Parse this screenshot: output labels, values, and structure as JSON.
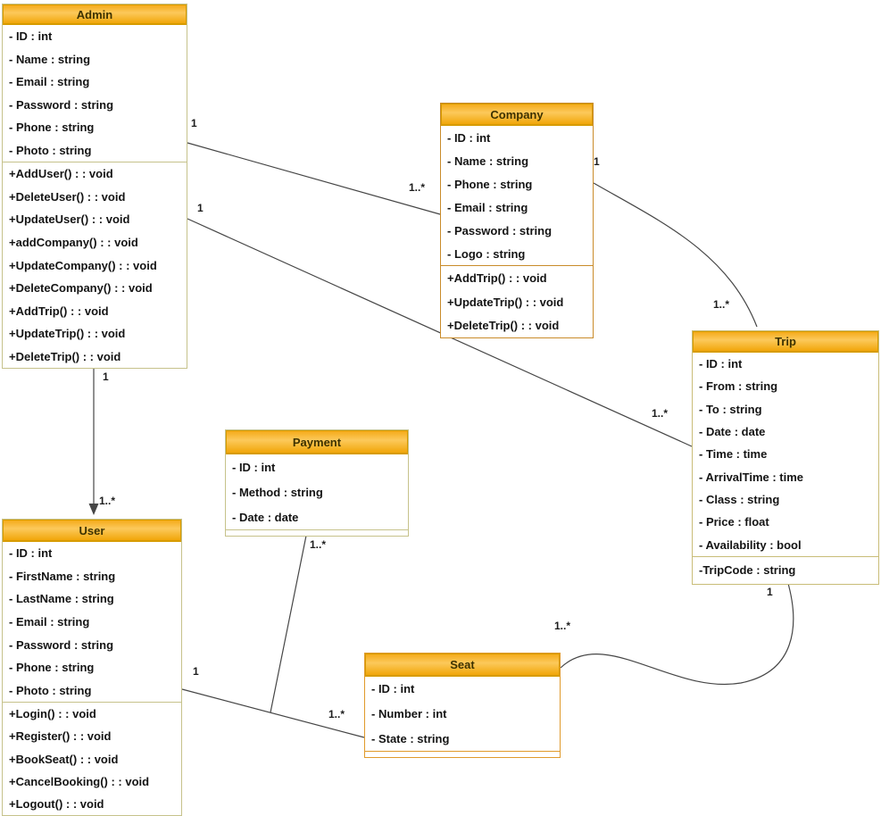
{
  "diagram": {
    "type": "uml-class-diagram",
    "background": "#ffffff"
  },
  "colors": {
    "header_gradient_top": "#f4a814",
    "header_gradient_mid": "#fcc95b",
    "header_gradient_bottom": "#f0a303",
    "header_border": "#d79b00",
    "title_color": "#3d3200",
    "line": "#464646",
    "text": "#141414"
  },
  "classes": [
    {
      "id": "admin",
      "title": "Admin",
      "border": "#c6c28b",
      "attributes": [
        "- ID : int",
        "- Name : string",
        "- Email : string",
        "- Password : string",
        "- Phone : string",
        "- Photo : string"
      ],
      "methods": [
        "+AddUser() : : void",
        "+DeleteUser() : : void",
        "+UpdateUser() : : void",
        "+addCompany() : : void",
        "+UpdateCompany() : : void",
        "+DeleteCompany() : : void",
        "+AddTrip() : : void",
        "+UpdateTrip() : : void",
        "+DeleteTrip() : : void"
      ]
    },
    {
      "id": "company",
      "title": "Company",
      "border": "#c98b2a",
      "attributes": [
        "- ID : int",
        "- Name : string",
        "- Phone : string",
        "- Email : string",
        "- Password : string",
        "- Logo : string"
      ],
      "methods": [
        "+AddTrip() : : void",
        "+UpdateTrip() : : void",
        "+DeleteTrip() : : void"
      ]
    },
    {
      "id": "trip",
      "title": "Trip",
      "border": "#c9bd78",
      "attributes": [
        "- ID : int",
        "- From : string",
        "- To : string",
        "- Date : date",
        "- Time : time",
        "- ArrivalTime : time",
        "- Class : string",
        "- Price : float",
        "- Availability : bool"
      ],
      "methods": [],
      "footer": {
        "rows": [
          "-TripCode : string"
        ]
      }
    },
    {
      "id": "payment",
      "title": "Payment",
      "border": "#c6c28b",
      "attributes": [
        "- ID : int",
        "- Method : string",
        "- Date : date"
      ],
      "methods": [],
      "footer": {
        "rows": []
      }
    },
    {
      "id": "user",
      "title": "User",
      "border": "#c6c28b",
      "attributes": [
        "- ID : int",
        "- FirstName : string",
        "- LastName : string",
        "- Email : string",
        "- Password : string",
        "- Phone : string",
        "- Photo : string"
      ],
      "methods": [
        "+Login() : : void",
        "+Register() : : void",
        "+BookSeat() : : void",
        "+CancelBooking() : : void",
        "+Logout() : : void"
      ]
    },
    {
      "id": "seat",
      "title": "Seat",
      "border": "#e09a2b",
      "attributes": [
        "- ID : int",
        "- Number : int",
        "- State : string"
      ],
      "methods": [],
      "footer": {
        "rows": []
      }
    }
  ],
  "connectors": [
    {
      "id": "admin-company",
      "from_class": "Admin",
      "to_class": "Company",
      "from_label": "1",
      "to_label": "1..*"
    },
    {
      "id": "admin-trip",
      "from_class": "Admin",
      "to_class": "Trip",
      "from_label": "1",
      "to_label": "1..*"
    },
    {
      "id": "company-trip",
      "from_class": "Company",
      "to_class": "Trip",
      "from_label": "1",
      "to_label": "1..*"
    },
    {
      "id": "admin-user",
      "from_class": "Admin",
      "to_class": "User",
      "from_label": "1",
      "to_label": "1..*",
      "arrowhead": "filled-arrow-down"
    },
    {
      "id": "user-seat",
      "from_class": "User",
      "to_class": "Seat",
      "from_label": "1",
      "to_label": "1..*"
    },
    {
      "id": "payment-user-seat",
      "from_class": "Payment",
      "to_class": "User-Seat association",
      "from_label": "1..*",
      "to_label": ""
    },
    {
      "id": "trip-seat",
      "from_class": "Trip",
      "to_class": "Seat",
      "from_label": "1",
      "to_label": "1..*"
    }
  ]
}
